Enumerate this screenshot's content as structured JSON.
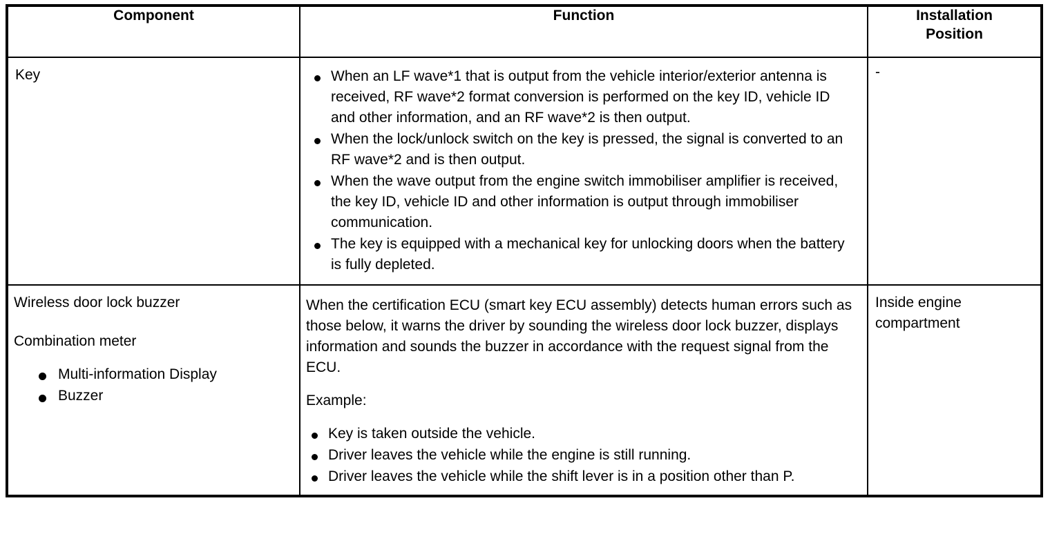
{
  "table": {
    "headers": {
      "component": "Component",
      "function": "Function",
      "installation_position": "Installation Position",
      "installation_position_line1": "Installation",
      "installation_position_line2": "Position"
    },
    "rows": [
      {
        "component": "Key",
        "function_bullets": [
          "When an LF wave*1 that is output from the vehicle interior/exterior antenna is received, RF wave*2 format conversion is performed on the key ID, vehicle ID and other information, and an RF wave*2 is then output.",
          "When the lock/unlock switch on the key is pressed, the signal is converted to an RF wave*2 and is then output.",
          "When the wave output from the engine switch immobiliser amplifier is received, the key ID, vehicle ID and other information is output through immobiliser communication.",
          "The key is equipped with a mechanical key for unlocking doors when the battery is fully depleted."
        ],
        "installation_position": "-"
      },
      {
        "component_line1": "Wireless door lock buzzer",
        "component_line2": "Combination meter",
        "component_bullets": [
          "Multi-information Display",
          "Buzzer"
        ],
        "function_paragraph": "When the certification ECU (smart key ECU assembly) detects human errors such as those below, it warns the driver by sounding the wireless door lock buzzer, displays information and sounds the buzzer in accordance with the request signal from the ECU.",
        "function_example_label": "Example:",
        "function_bullets": [
          "Key is taken outside the vehicle.",
          "Driver leaves the vehicle while the engine is still running.",
          "Driver leaves the vehicle while the shift lever is in a position other than P."
        ],
        "installation_position": "Inside engine compartment"
      }
    ]
  },
  "colors": {
    "border": "#000000",
    "text": "#000000",
    "background": "#ffffff"
  }
}
